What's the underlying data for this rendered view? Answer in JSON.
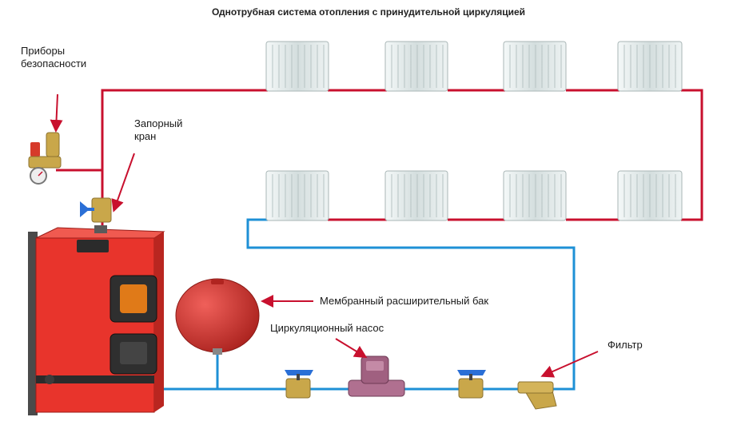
{
  "title": "Однотрубная система отопления с принудительной циркуляцией",
  "labels": {
    "safety_devices": [
      "Приборы",
      "безопасности"
    ],
    "shutoff_valve": [
      "Запорный",
      "кран"
    ],
    "expansion_tank": "Мембранный расширительный бак",
    "circulation_pump": "Циркуляционный насос",
    "filter": "Фильтр"
  },
  "components": {
    "upper_radiators": 4,
    "lower_radiators": 4,
    "supply_valves": 2
  },
  "colors": {
    "hot_pipe": "#c8102e",
    "return_pipe": "#1e90d6",
    "boiler": "#e8342c",
    "tank": "#d0312d",
    "pump": "#a06080",
    "radiator": "#dfe7e7",
    "valve_handle": "#2a6fd6",
    "brass": "#c9a74a",
    "arrow": "#c8102e"
  }
}
